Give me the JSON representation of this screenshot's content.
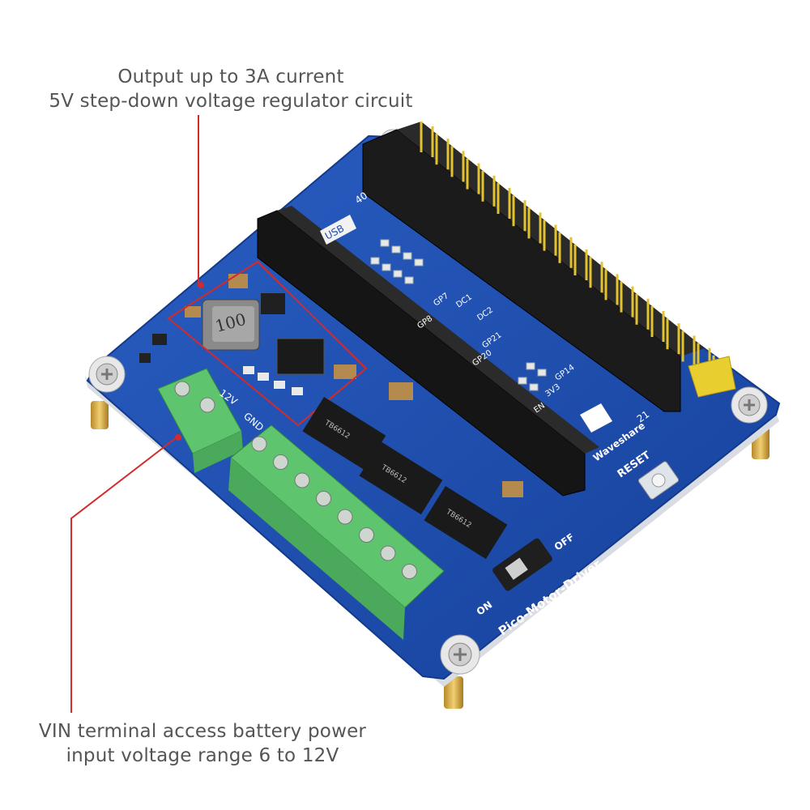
{
  "annotations": {
    "top_line1": "Output up to 3A current",
    "top_line2": "5V step-down voltage regulator circuit",
    "bottom_line1": "VIN terminal access battery power",
    "bottom_line2": "input voltage range 6 to 12V"
  },
  "board": {
    "brand": "Waveshare",
    "model": "Pico-Motor-Driver",
    "inductor_code": "100",
    "reset_label": "RESET",
    "switch_on": "ON",
    "switch_off": "OFF",
    "usb_label": "USB",
    "pin40": "40",
    "pin21": "21",
    "pwr_12v": "12V",
    "gnd": "GND",
    "pin_labels": [
      "DC1",
      "DC2",
      "GP7",
      "GP8",
      "GP21",
      "GP20",
      "GP14",
      "3V3",
      "EN"
    ],
    "chip_text": "TB6612"
  },
  "colors": {
    "pcb": "#1f4fae",
    "terminal": "#5ec46e",
    "header": "#1a1a1a",
    "pin_gold": "#e3c230",
    "callout": "#d42a2a",
    "text": "#555555"
  }
}
